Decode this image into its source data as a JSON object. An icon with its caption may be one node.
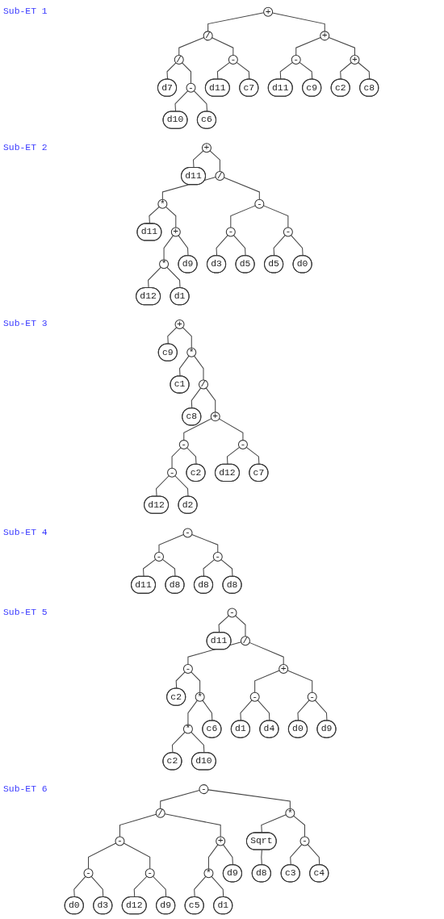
{
  "diagram": {
    "nodes": [
      {
        "text": [
          "+"
        ]
      },
      {
        "text": [
          "/"
        ]
      },
      {
        "text": [
          "+"
        ]
      },
      {
        "text": [
          "/"
        ]
      },
      {
        "text": [
          "-"
        ]
      },
      {
        "text": [
          "-"
        ]
      },
      {
        "text": [
          "+"
        ]
      },
      {
        "text": [
          "d7"
        ]
      },
      {
        "text": [
          "-"
        ]
      },
      {
        "text": [
          "d11"
        ]
      },
      {
        "text": [
          "c7"
        ]
      },
      {
        "text": [
          "d11"
        ]
      },
      {
        "text": [
          "c9"
        ]
      },
      {
        "text": [
          "c2"
        ]
      },
      {
        "text": [
          "c8"
        ]
      },
      {
        "text": [
          "d10"
        ]
      },
      {
        "text": [
          "c6"
        ]
      },
      {
        "text": [
          "+"
        ]
      },
      {
        "text": [
          "d11"
        ]
      },
      {
        "text": [
          "/"
        ]
      },
      {
        "text": [
          "*"
        ]
      },
      {
        "text": [
          "-"
        ]
      },
      {
        "text": [
          "d11"
        ]
      },
      {
        "text": [
          "+"
        ]
      },
      {
        "text": [
          "-"
        ]
      },
      {
        "text": [
          "-"
        ]
      },
      {
        "text": [
          "*"
        ]
      },
      {
        "text": [
          "d9"
        ]
      },
      {
        "text": [
          "d3"
        ]
      },
      {
        "text": [
          "d5"
        ]
      },
      {
        "text": [
          "d5"
        ]
      },
      {
        "text": [
          "d0"
        ]
      },
      {
        "text": [
          "d12"
        ]
      },
      {
        "text": [
          "d1"
        ]
      },
      {
        "text": [
          "+"
        ]
      },
      {
        "text": [
          "c9"
        ]
      },
      {
        "text": [
          "*"
        ]
      },
      {
        "text": [
          "c1"
        ]
      },
      {
        "text": [
          "/"
        ]
      },
      {
        "text": [
          "c8"
        ]
      },
      {
        "text": [
          "+"
        ]
      },
      {
        "text": [
          "-"
        ]
      },
      {
        "text": [
          "-"
        ]
      },
      {
        "text": [
          "-"
        ]
      },
      {
        "text": [
          "c2"
        ]
      },
      {
        "text": [
          "d12"
        ]
      },
      {
        "text": [
          "c7"
        ]
      },
      {
        "text": [
          "d12"
        ]
      },
      {
        "text": [
          "d2"
        ]
      },
      {
        "text": [
          "-"
        ]
      },
      {
        "text": [
          "-"
        ]
      },
      {
        "text": [
          "-"
        ]
      },
      {
        "text": [
          "d11"
        ]
      },
      {
        "text": [
          "d8"
        ]
      },
      {
        "text": [
          "d8"
        ]
      },
      {
        "text": [
          "d8"
        ]
      },
      {
        "text": [
          "-"
        ]
      },
      {
        "text": [
          "d11"
        ]
      },
      {
        "text": [
          "/"
        ]
      },
      {
        "text": [
          "-"
        ]
      },
      {
        "text": [
          "+"
        ]
      },
      {
        "text": [
          "c2"
        ]
      },
      {
        "text": [
          "*"
        ]
      },
      {
        "text": [
          "-"
        ]
      },
      {
        "text": [
          "-"
        ]
      },
      {
        "text": [
          "*"
        ]
      },
      {
        "text": [
          "c6"
        ]
      },
      {
        "text": [
          "d1"
        ]
      },
      {
        "text": [
          "d4"
        ]
      },
      {
        "text": [
          "d0"
        ]
      },
      {
        "text": [
          "d9"
        ]
      },
      {
        "text": [
          "c2"
        ]
      },
      {
        "text": [
          "d10"
        ]
      },
      {
        "text": [
          "-"
        ]
      },
      {
        "text": [
          "/"
        ]
      },
      {
        "text": [
          "*"
        ]
      },
      {
        "text": [
          "-"
        ]
      },
      {
        "text": [
          "+"
        ]
      },
      {
        "text": [
          "Sqrt"
        ]
      },
      {
        "text": [
          "-"
        ]
      },
      {
        "text": [
          "-"
        ]
      },
      {
        "text": [
          "-"
        ]
      },
      {
        "text": [
          "*"
        ]
      },
      {
        "text": [
          "d9"
        ]
      },
      {
        "text": [
          "d8"
        ]
      },
      {
        "text": [
          "c3"
        ]
      },
      {
        "text": [
          "c4"
        ]
      },
      {
        "text": [
          "d0"
        ]
      },
      {
        "text": [
          "d3"
        ]
      },
      {
        "text": [
          "d12"
        ]
      },
      {
        "text": [
          "d9"
        ]
      },
      {
        "text": [
          "c5"
        ]
      },
      {
        "text": [
          "d1"
        ]
      }
    ],
    "edges": [
      {
        "from": 0,
        "to": 1,
        "arrow": "none"
      },
      {
        "from": 0,
        "to": 2,
        "arrow": "none"
      },
      {
        "from": 1,
        "to": 3,
        "arrow": "none"
      },
      {
        "from": 1,
        "to": 4,
        "arrow": "none"
      },
      {
        "from": 2,
        "to": 5,
        "arrow": "none"
      },
      {
        "from": 2,
        "to": 6,
        "arrow": "none"
      },
      {
        "from": 3,
        "to": 7,
        "arrow": "none"
      },
      {
        "from": 3,
        "to": 8,
        "arrow": "none"
      },
      {
        "from": 4,
        "to": 9,
        "arrow": "none"
      },
      {
        "from": 4,
        "to": 10,
        "arrow": "none"
      },
      {
        "from": 5,
        "to": 11,
        "arrow": "none"
      },
      {
        "from": 5,
        "to": 12,
        "arrow": "none"
      },
      {
        "from": 6,
        "to": 13,
        "arrow": "none"
      },
      {
        "from": 6,
        "to": 14,
        "arrow": "none"
      },
      {
        "from": 8,
        "to": 15,
        "arrow": "none"
      },
      {
        "from": 8,
        "to": 16,
        "arrow": "none"
      },
      {
        "from": 17,
        "to": 18,
        "arrow": "none"
      },
      {
        "from": 17,
        "to": 19,
        "arrow": "none"
      },
      {
        "from": 19,
        "to": 20,
        "arrow": "none"
      },
      {
        "from": 19,
        "to": 21,
        "arrow": "none"
      },
      {
        "from": 20,
        "to": 22,
        "arrow": "none"
      },
      {
        "from": 20,
        "to": 23,
        "arrow": "none"
      },
      {
        "from": 21,
        "to": 24,
        "arrow": "none"
      },
      {
        "from": 21,
        "to": 25,
        "arrow": "none"
      },
      {
        "from": 23,
        "to": 26,
        "arrow": "none"
      },
      {
        "from": 23,
        "to": 27,
        "arrow": "none"
      },
      {
        "from": 24,
        "to": 28,
        "arrow": "none"
      },
      {
        "from": 24,
        "to": 29,
        "arrow": "none"
      },
      {
        "from": 25,
        "to": 30,
        "arrow": "none"
      },
      {
        "from": 25,
        "to": 31,
        "arrow": "none"
      },
      {
        "from": 26,
        "to": 32,
        "arrow": "none"
      },
      {
        "from": 26,
        "to": 33,
        "arrow": "none"
      },
      {
        "from": 34,
        "to": 35,
        "arrow": "none"
      },
      {
        "from": 34,
        "to": 36,
        "arrow": "none"
      },
      {
        "from": 36,
        "to": 37,
        "arrow": "none"
      },
      {
        "from": 36,
        "to": 38,
        "arrow": "none"
      },
      {
        "from": 38,
        "to": 39,
        "arrow": "none"
      },
      {
        "from": 38,
        "to": 40,
        "arrow": "none"
      },
      {
        "from": 40,
        "to": 41,
        "arrow": "none"
      },
      {
        "from": 40,
        "to": 42,
        "arrow": "none"
      },
      {
        "from": 41,
        "to": 43,
        "arrow": "none"
      },
      {
        "from": 41,
        "to": 44,
        "arrow": "none"
      },
      {
        "from": 42,
        "to": 45,
        "arrow": "none"
      },
      {
        "from": 42,
        "to": 46,
        "arrow": "none"
      },
      {
        "from": 43,
        "to": 47,
        "arrow": "none"
      },
      {
        "from": 43,
        "to": 48,
        "arrow": "none"
      },
      {
        "from": 49,
        "to": 50,
        "arrow": "none"
      },
      {
        "from": 49,
        "to": 51,
        "arrow": "none"
      },
      {
        "from": 50,
        "to": 52,
        "arrow": "none"
      },
      {
        "from": 50,
        "to": 53,
        "arrow": "none"
      },
      {
        "from": 51,
        "to": 54,
        "arrow": "none"
      },
      {
        "from": 51,
        "to": 55,
        "arrow": "none"
      },
      {
        "from": 56,
        "to": 57,
        "arrow": "none"
      },
      {
        "from": 56,
        "to": 58,
        "arrow": "none"
      },
      {
        "from": 58,
        "to": 59,
        "arrow": "none"
      },
      {
        "from": 58,
        "to": 60,
        "arrow": "none"
      },
      {
        "from": 59,
        "to": 61,
        "arrow": "none"
      },
      {
        "from": 59,
        "to": 62,
        "arrow": "none"
      },
      {
        "from": 60,
        "to": 63,
        "arrow": "none"
      },
      {
        "from": 60,
        "to": 64,
        "arrow": "none"
      },
      {
        "from": 62,
        "to": 65,
        "arrow": "none"
      },
      {
        "from": 62,
        "to": 66,
        "arrow": "none"
      },
      {
        "from": 63,
        "to": 67,
        "arrow": "none"
      },
      {
        "from": 63,
        "to": 68,
        "arrow": "none"
      },
      {
        "from": 64,
        "to": 69,
        "arrow": "none"
      },
      {
        "from": 64,
        "to": 70,
        "arrow": "none"
      },
      {
        "from": 65,
        "to": 71,
        "arrow": "none"
      },
      {
        "from": 65,
        "to": 72,
        "arrow": "none"
      },
      {
        "from": 73,
        "to": 74,
        "arrow": "none"
      },
      {
        "from": 73,
        "to": 75,
        "arrow": "none"
      },
      {
        "from": 74,
        "to": 76,
        "arrow": "none"
      },
      {
        "from": 74,
        "to": 77,
        "arrow": "none"
      },
      {
        "from": 75,
        "to": 78,
        "arrow": "none"
      },
      {
        "from": 75,
        "to": 79,
        "arrow": "none"
      },
      {
        "from": 76,
        "to": 80,
        "arrow": "none"
      },
      {
        "from": 76,
        "to": 81,
        "arrow": "none"
      },
      {
        "from": 77,
        "to": 82,
        "arrow": "none"
      },
      {
        "from": 77,
        "to": 83,
        "arrow": "none"
      },
      {
        "from": 78,
        "to": 84,
        "arrow": "none"
      },
      {
        "from": 79,
        "to": 85,
        "arrow": "none"
      },
      {
        "from": 79,
        "to": 86,
        "arrow": "none"
      },
      {
        "from": 80,
        "to": 87,
        "arrow": "none"
      },
      {
        "from": 80,
        "to": 88,
        "arrow": "none"
      },
      {
        "from": 81,
        "to": 89,
        "arrow": "none"
      },
      {
        "from": 81,
        "to": 90,
        "arrow": "none"
      },
      {
        "from": 82,
        "to": 91,
        "arrow": "none"
      },
      {
        "from": 82,
        "to": 92,
        "arrow": "none"
      }
    ],
    "labels": [
      "Sub-ET 1",
      "Sub-ET 2",
      "Sub-ET 3",
      "Sub-ET 4",
      "Sub-ET 5",
      "Sub-ET 6"
    ]
  }
}
